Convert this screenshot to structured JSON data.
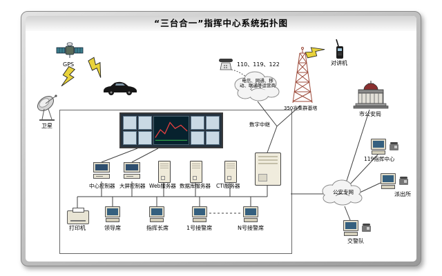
{
  "title": "“三台合一”指挥中心系统拓扑图",
  "labels": {
    "gps": "GPS",
    "satellite": "卫星",
    "hotlines": "110、119、122",
    "telecom_cloud": "电信、网通、移动、联通等运营商",
    "tower": "350兆集群基塔",
    "walkie_talkie": "对讲机",
    "digital_trunk": "数字中继",
    "city_bureau": "市公安局",
    "fire_command": "119指挥中心",
    "police_net": "公安专网",
    "police_station": "派出所",
    "traffic_police": "交警队",
    "center_controller": "中心控制器",
    "wall_controller": "大屏控制器",
    "web_server": "Web服务器",
    "db_server": "数据库服务器",
    "cti_server": "CTI服务器",
    "printer": "打印机",
    "leader_seat": "领导席",
    "commander_seat": "指挥长席",
    "seat_1": "1号接警席",
    "seat_n": "N号接警席"
  },
  "icons": {
    "gps_satellite": "satellite-shape",
    "lightning": "bolt-shape",
    "car": "car-shape",
    "satellite_dish": "dish-shape",
    "desk_phone": "phone-shape",
    "cloud": "cloud-shape",
    "radio_tower": "lattice-tower-shape",
    "walkie_talkie": "handheld-radio-shape",
    "government_building": "building-shape",
    "workstation": "computer-shape",
    "tower_server": "server-shape",
    "trunk_rack": "pbx-rack-shape",
    "printer": "printer-shape",
    "video_wall": "screen-wall-shape"
  },
  "colors": {
    "lightning": "#e8d23c",
    "tower": "#9c4a3a",
    "line": "#3f3f3f",
    "frame": "#9a9a9a",
    "chart_line": "#e64040"
  }
}
